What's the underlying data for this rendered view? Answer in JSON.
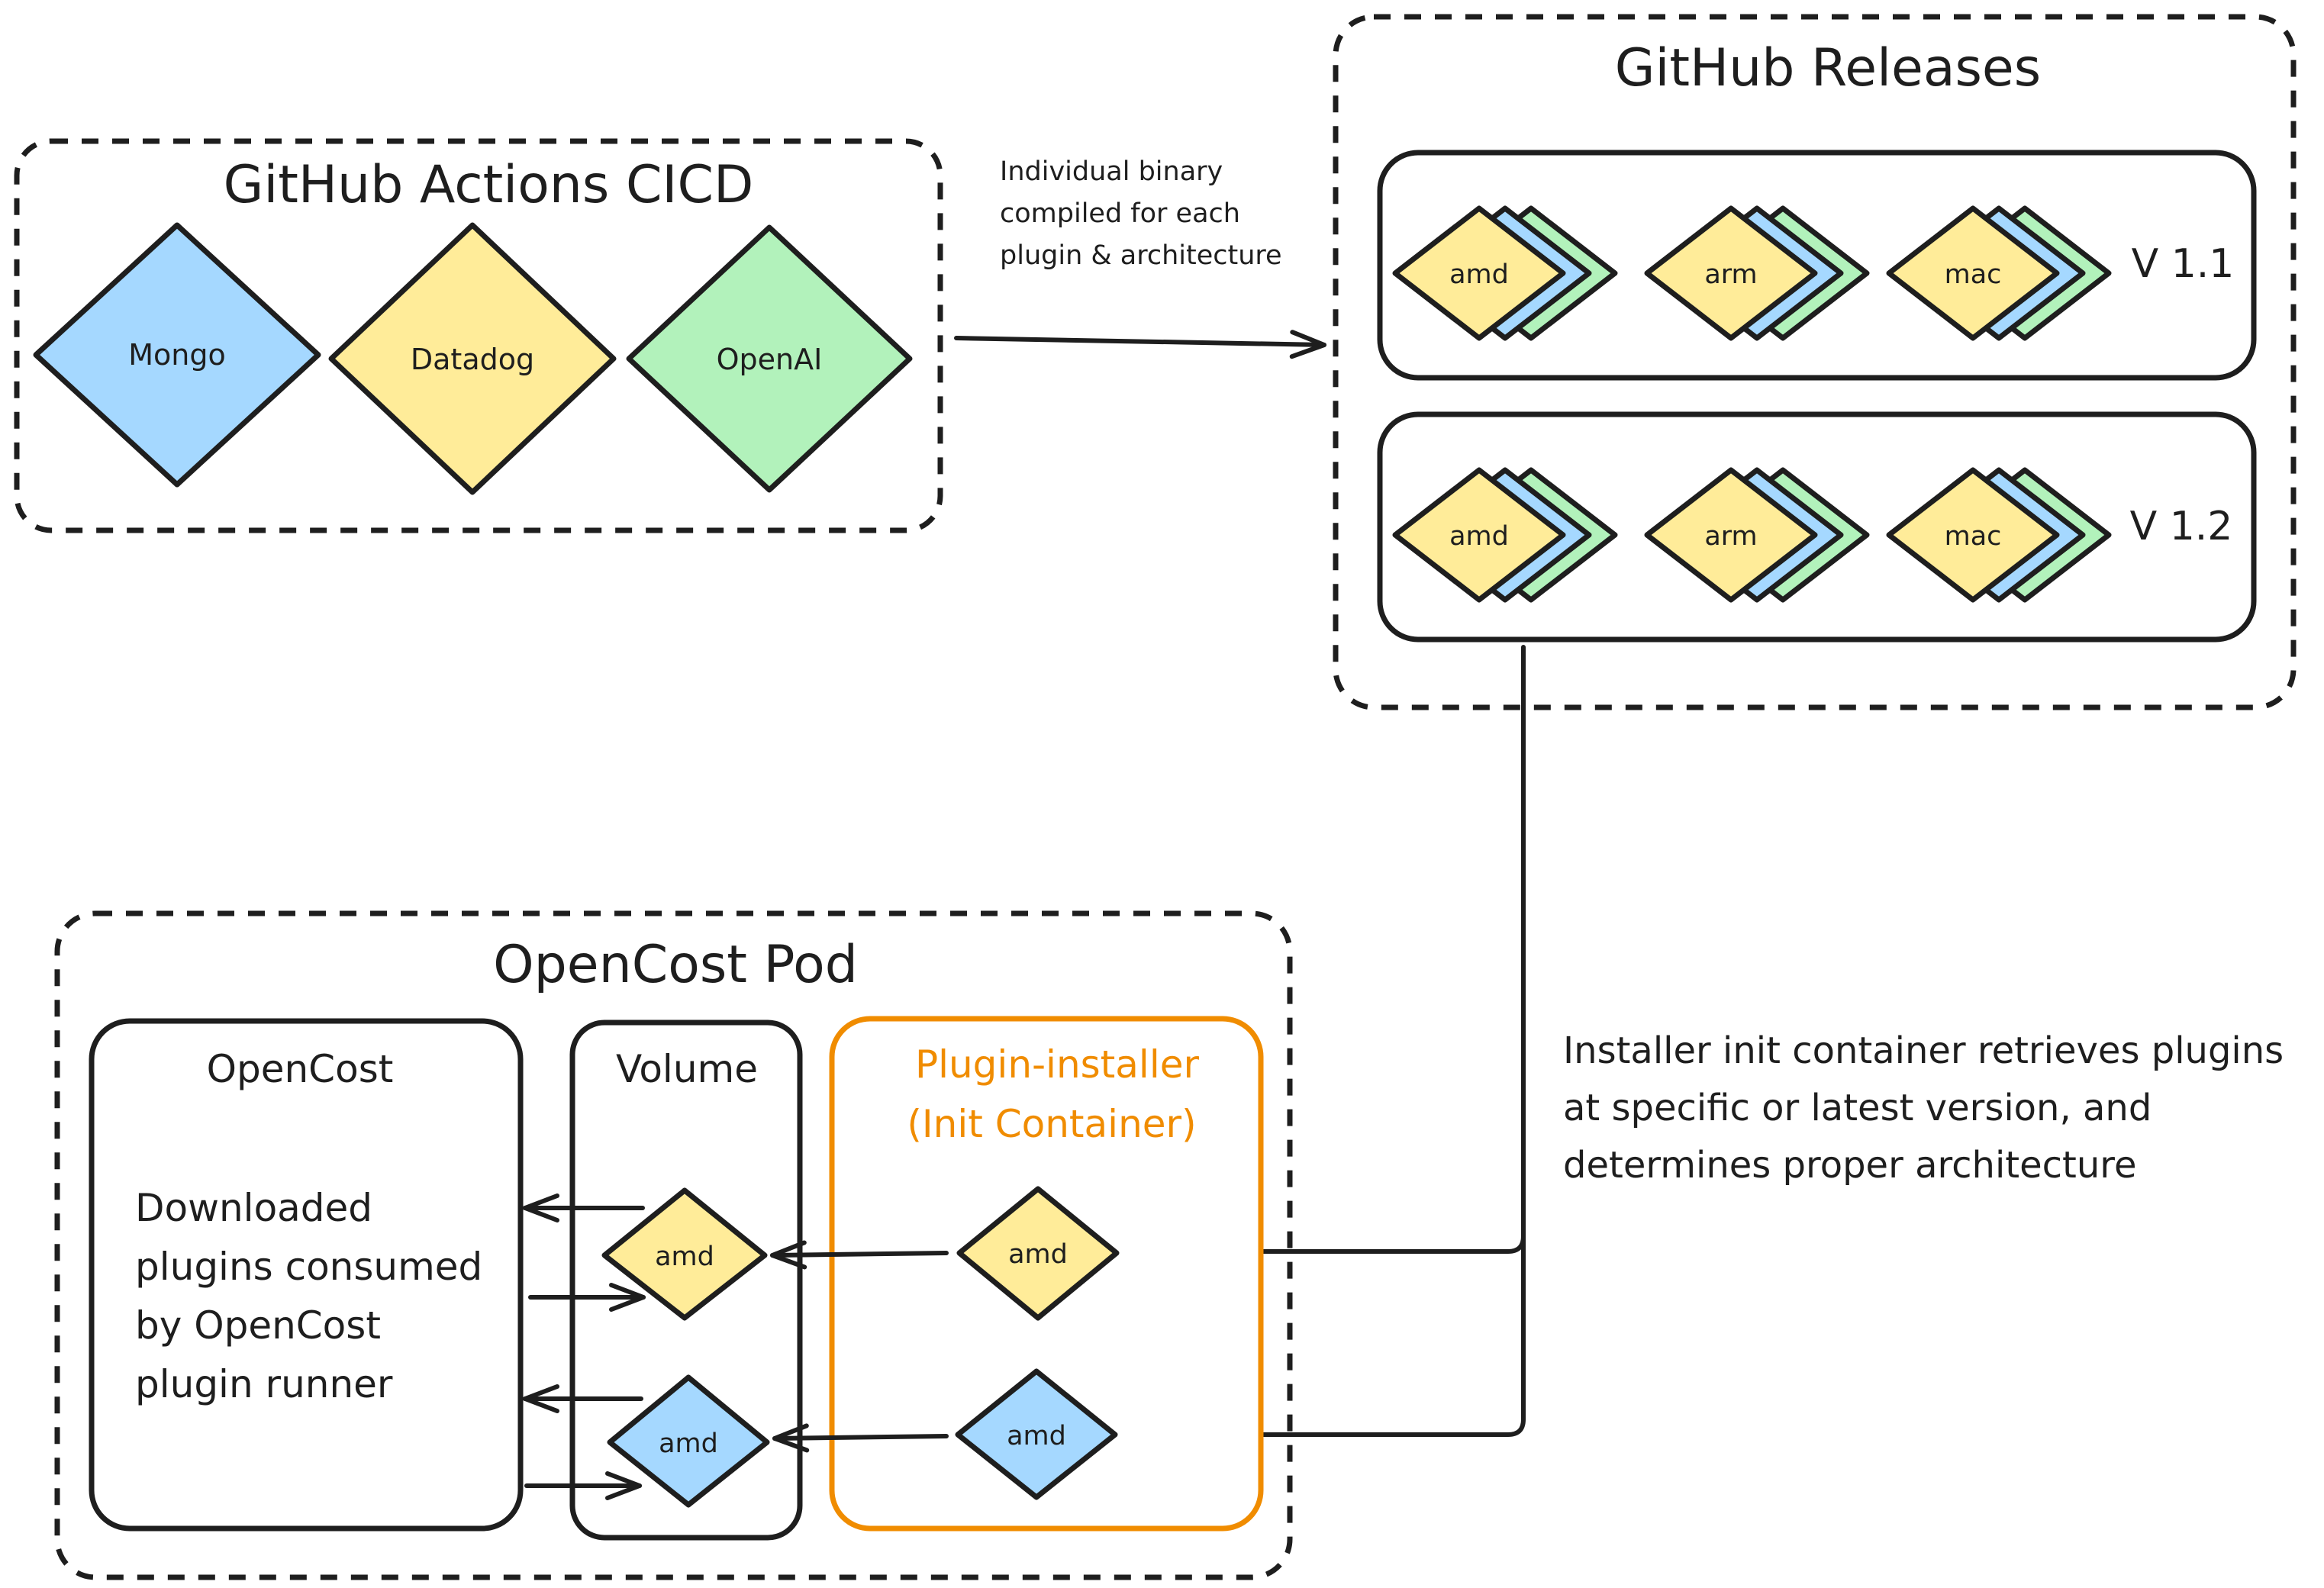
{
  "colors": {
    "blue": "#a5d8ff",
    "yellow": "#ffec99",
    "green": "#b2f2bb",
    "orange": "#f08c00",
    "stroke": "#1e1e1e"
  },
  "actions": {
    "title": "GitHub Actions CICD",
    "plugins": [
      "Mongo",
      "Datadog",
      "OpenAI"
    ]
  },
  "releases": {
    "title": "GitHub Releases",
    "arch_labels": [
      "amd",
      "arm",
      "mac"
    ],
    "versions": [
      "V 1.1",
      "V 1.2"
    ]
  },
  "build_note": {
    "lines": [
      "Individual binary",
      "compiled for each",
      "plugin & architecture"
    ]
  },
  "installer_note": {
    "lines": [
      "Installer init container retrieves plugins",
      "at specific or latest version, and",
      "determines proper architecture"
    ]
  },
  "pod": {
    "title": "OpenCost Pod",
    "opencost": {
      "title": "OpenCost",
      "lines": [
        "Downloaded",
        "plugins consumed",
        "by OpenCost",
        "plugin runner"
      ]
    },
    "volume": {
      "title": "Volume",
      "items": [
        "amd",
        "amd"
      ]
    },
    "installer": {
      "title_lines": [
        "Plugin-installer",
        "(Init Container)"
      ],
      "items": [
        "amd",
        "amd"
      ]
    }
  }
}
